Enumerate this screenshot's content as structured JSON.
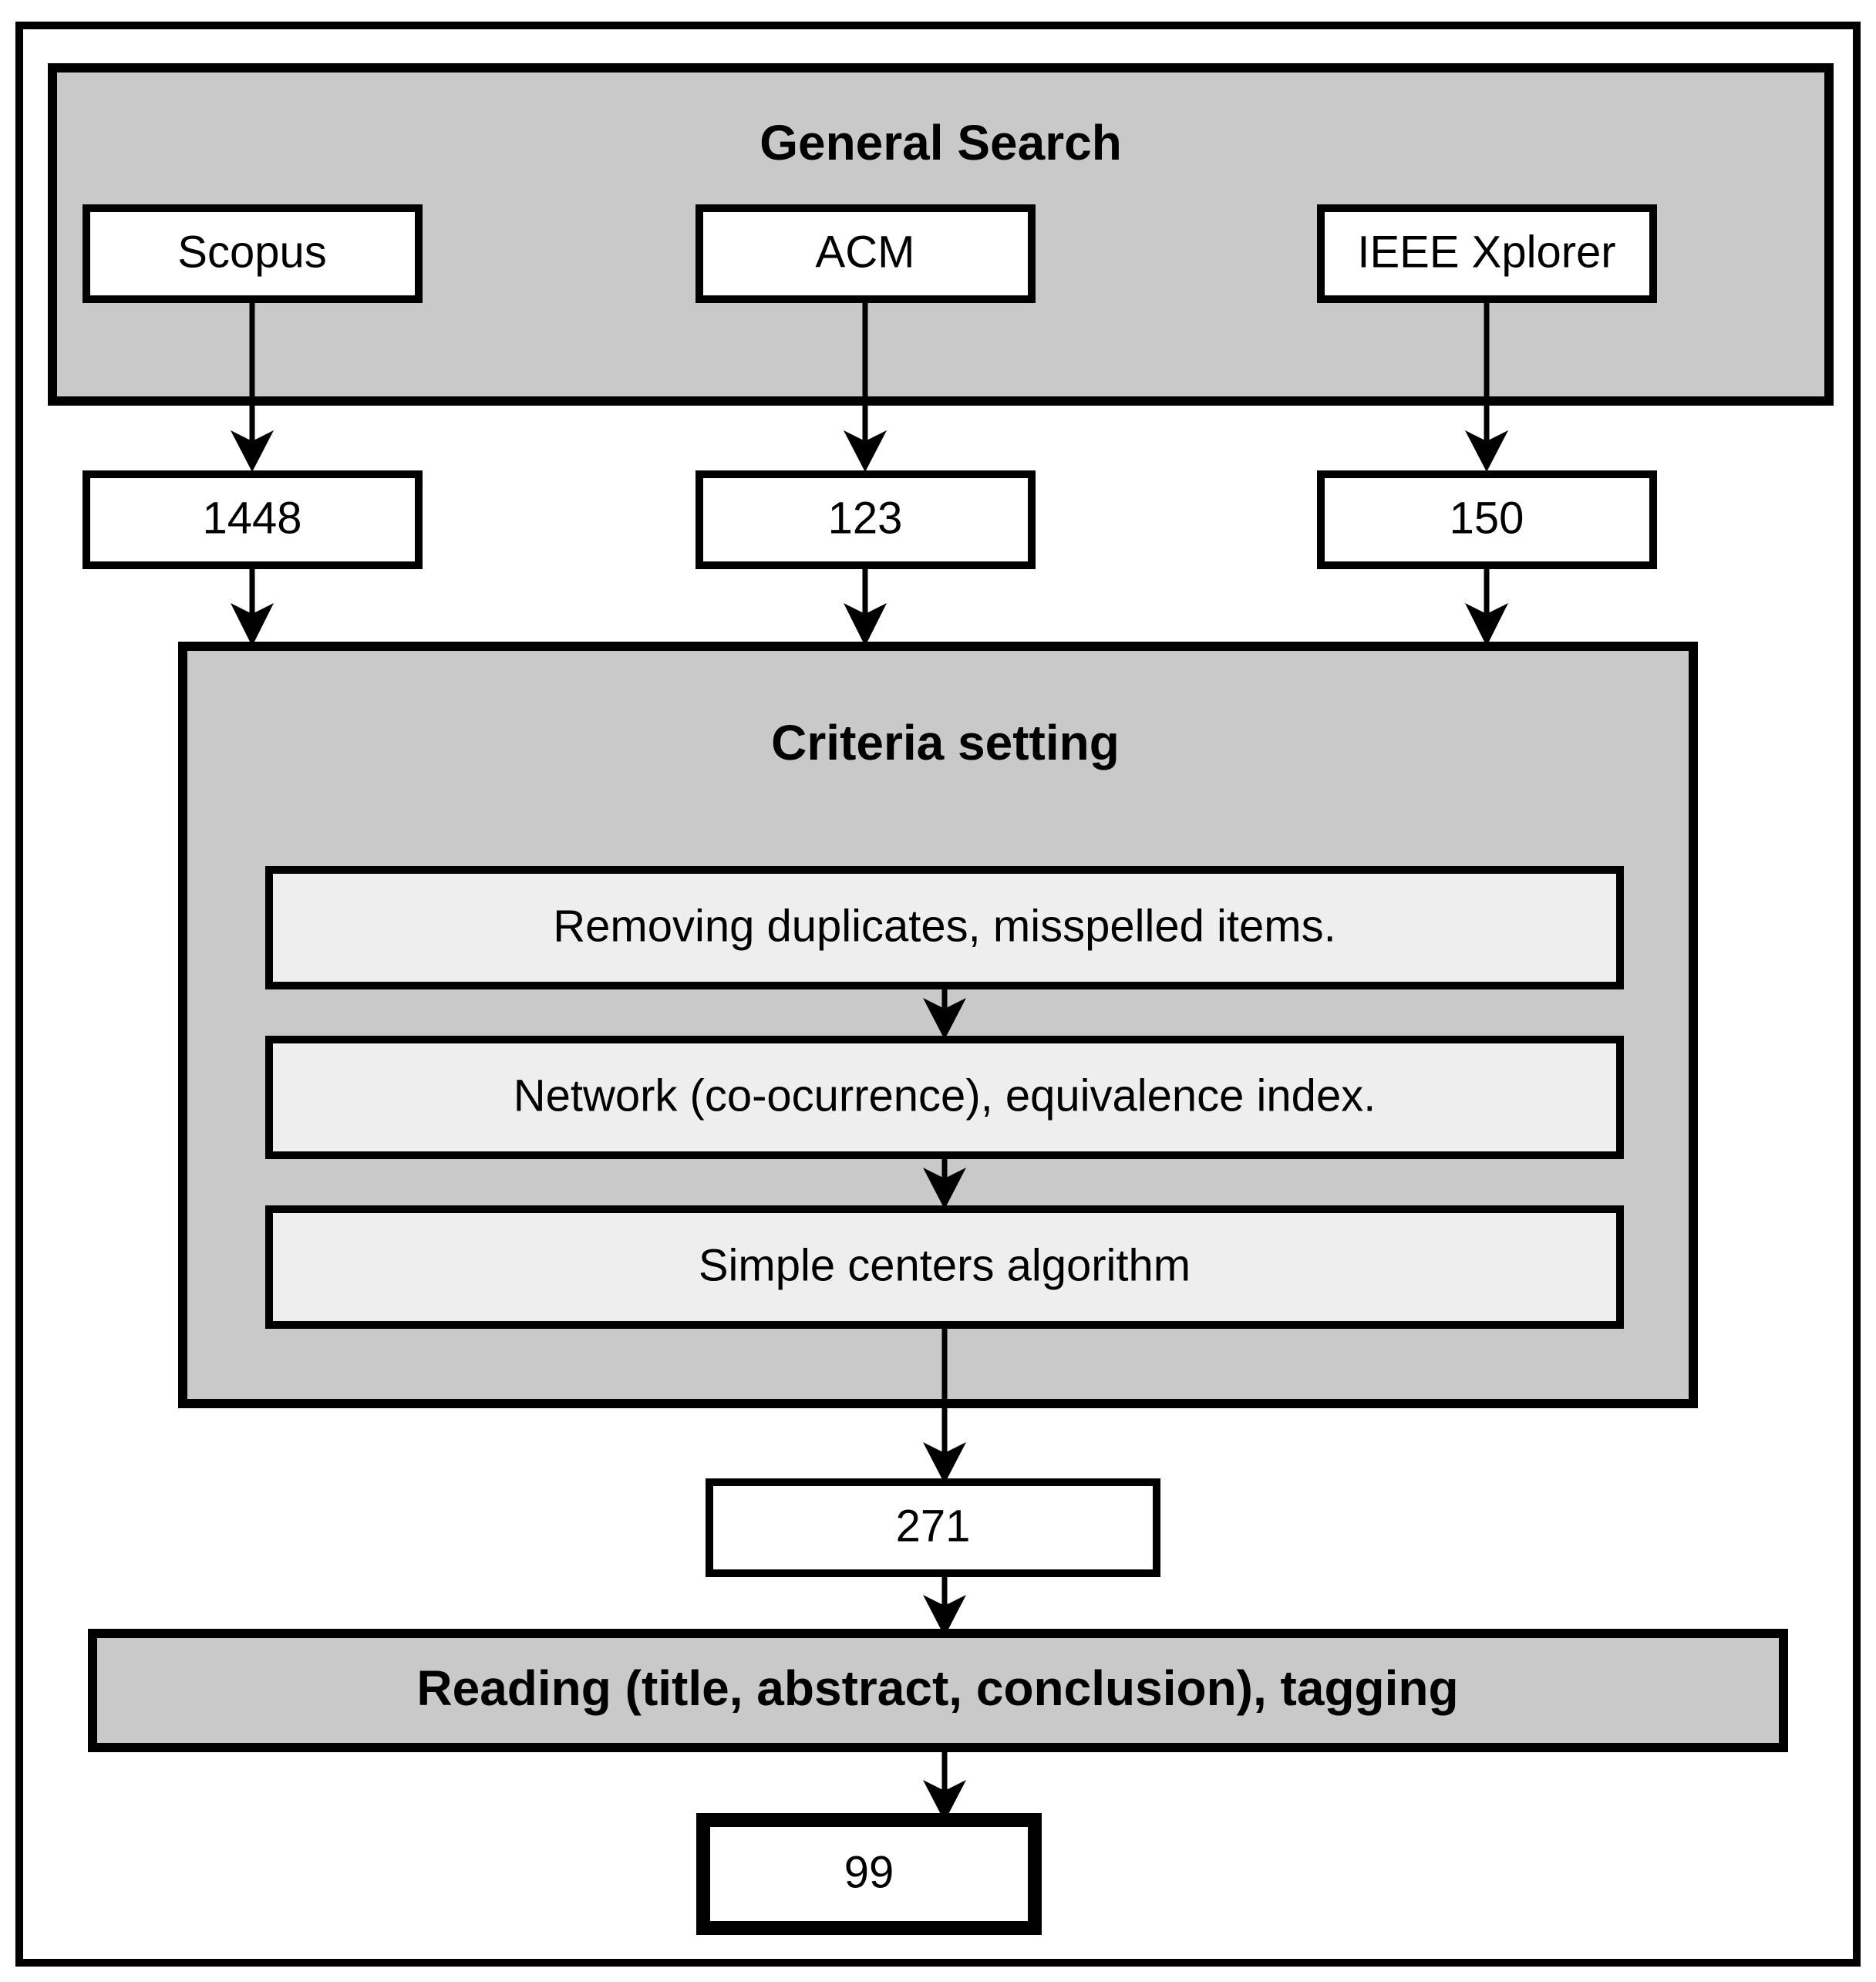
{
  "diagram": {
    "title_general_search": "General Search",
    "title_criteria_setting": "Criteria setting",
    "sources": [
      {
        "name": "Scopus",
        "count": "1448"
      },
      {
        "name": "ACM",
        "count": "123"
      },
      {
        "name": "IEEE Xplorer",
        "count": "150"
      }
    ],
    "criteria_steps": [
      "Removing duplicates, misspelled items.",
      "Network (co-ocurrence), equivalence index.",
      "Simple centers algorithm"
    ],
    "after_criteria_count": "271",
    "reading_stage": "Reading (title, abstract, conclusion), tagging",
    "final_count": "99"
  },
  "colors": {
    "group_fill": "#c9c9c9",
    "step_fill": "#eeeeee",
    "box_fill": "#ffffff",
    "stroke": "#000000"
  }
}
